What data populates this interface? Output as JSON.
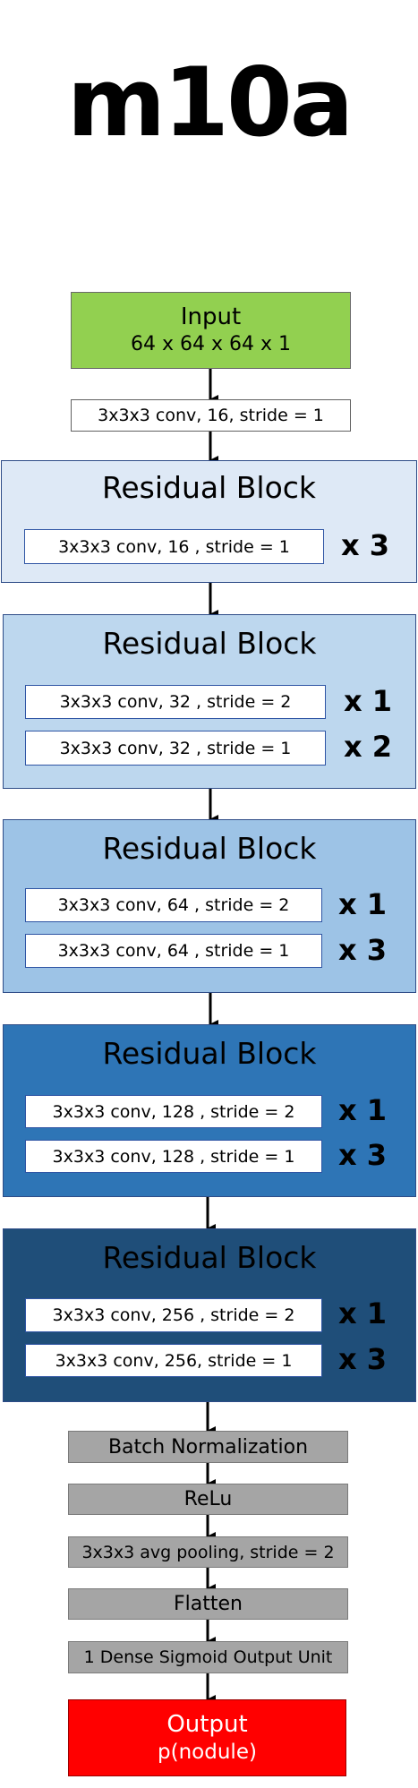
{
  "title": "m10a",
  "input": {
    "label": "Input",
    "shape": "64 x 64 x 64 x 1"
  },
  "stem_conv": "3x3x3 conv, 16, stride = 1",
  "blocks": [
    {
      "title": "Residual Block",
      "color": "#dee9f6",
      "rows": [
        {
          "label": "3x3x3 conv, 16 , stride = 1",
          "mult": "x 3"
        }
      ]
    },
    {
      "title": "Residual Block",
      "color": "#bdd7ee",
      "rows": [
        {
          "label": "3x3x3 conv, 32 , stride = 2",
          "mult": "x 1"
        },
        {
          "label": "3x3x3 conv, 32 , stride = 1",
          "mult": "x 2"
        }
      ]
    },
    {
      "title": "Residual Block",
      "color": "#9dc3e6",
      "rows": [
        {
          "label": "3x3x3 conv, 64 , stride = 2",
          "mult": "x 1"
        },
        {
          "label": "3x3x3 conv, 64 , stride = 1",
          "mult": "x 3"
        }
      ]
    },
    {
      "title": "Residual Block",
      "color": "#2e75b6",
      "rows": [
        {
          "label": "3x3x3 conv, 128 , stride = 2",
          "mult": "x 1"
        },
        {
          "label": "3x3x3 conv, 128 , stride = 1",
          "mult": "x 3"
        }
      ]
    },
    {
      "title": "Residual Block",
      "color": "#1f4e79",
      "rows": [
        {
          "label": "3x3x3 conv, 256 , stride = 2",
          "mult": "x 1"
        },
        {
          "label": "3x3x3 conv, 256, stride = 1",
          "mult": "x 3"
        }
      ]
    }
  ],
  "head_layers": [
    "Batch Normalization",
    "ReLu",
    "3x3x3 avg pooling, stride = 2",
    "Flatten",
    "1 Dense Sigmoid Output Unit"
  ],
  "output": {
    "label": "Output",
    "value": "p(nodule)"
  }
}
